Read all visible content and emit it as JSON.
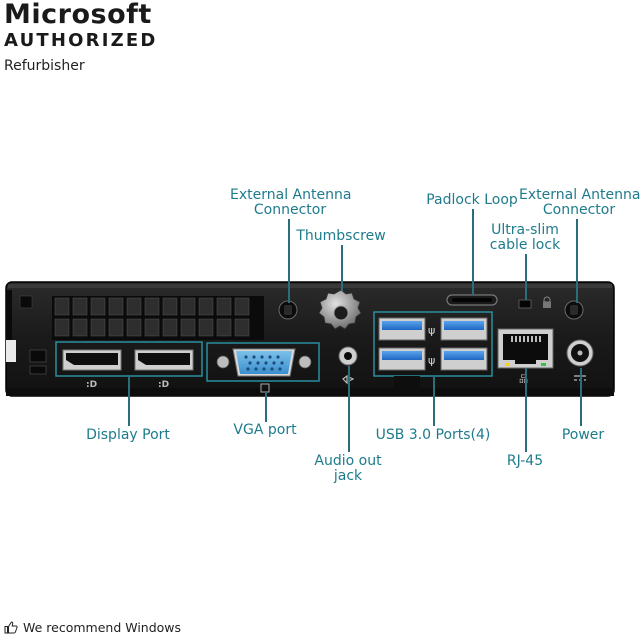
{
  "brand": {
    "line1": "Microsoft",
    "line2": "AUTHORIZED",
    "line3": "Refurbisher"
  },
  "labels": {
    "ext_antenna_left": [
      "External Antenna",
      "Connector"
    ],
    "thumbscrew": "Thumbscrew",
    "padlock_loop": "Padlock Loop",
    "ultra_slim": [
      "Ultra-slim",
      "cable lock"
    ],
    "ext_antenna_right": [
      "External Antenna",
      "Connector"
    ],
    "display_port": "Display Port",
    "vga_port": "VGA port",
    "audio_out": [
      "Audio out",
      "jack"
    ],
    "usb_ports": "USB 3.0 Ports(4)",
    "rj45": "RJ-45",
    "power": "Power"
  },
  "footer": {
    "recommend": "We recommend Windows",
    "icon": "thumbs-up-icon"
  },
  "colors": {
    "label": "#1e7b8c",
    "chassis": "#1b1b1b",
    "usb_blue": "#2f7fd6",
    "vga_blue": "#4f9fd6"
  }
}
